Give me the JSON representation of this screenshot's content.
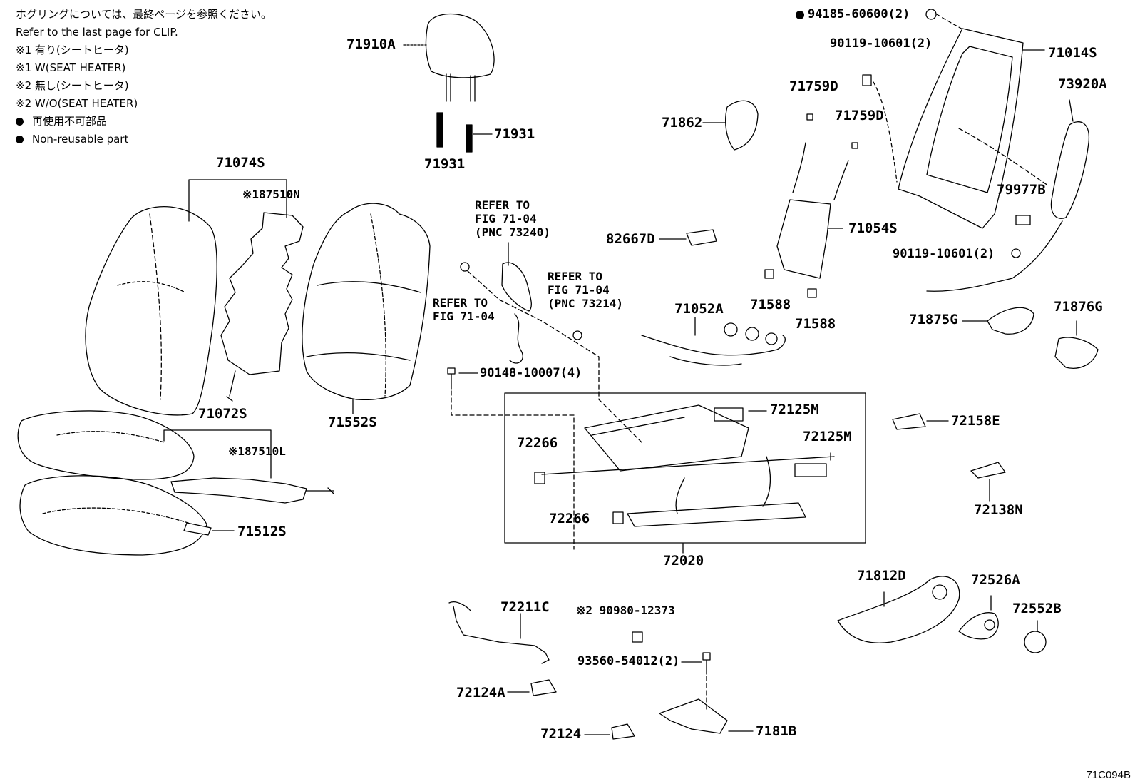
{
  "legend": {
    "line1": "ホグリングについては、最終ページを参照ください。",
    "line2": "Refer to the last page for CLIP.",
    "line3": "※1 有り(シートヒータ)",
    "line4": "※1  W(SEAT HEATER)",
    "line5": "※2 無し(シートヒータ)",
    "line6": "※2  W/O(SEAT HEATER)",
    "line7": "再使用不可部品",
    "line8": "Non-reusable part"
  },
  "refs": {
    "r1": "REFER TO\nFIG 71-04\n(PNC 73240)",
    "r2": "REFER TO\nFIG 71-04\n(PNC 73214)",
    "r3": "REFER TO\nFIG 71-04"
  },
  "parts": {
    "p71910A": "71910A",
    "p71931a": "71931",
    "p71931b": "71931",
    "p71074S": "71074S",
    "p87510N": "※187510N",
    "p71072S": "71072S",
    "p87510L": "※187510L",
    "p71512S": "71512S",
    "p71552S": "71552S",
    "p90148": "90148-10007(4)",
    "p71862": "71862",
    "p82667D": "82667D",
    "p71052A": "71052A",
    "p71759D1": "71759D",
    "p71759D2": "71759D",
    "p71054S": "71054S",
    "p71588a": "71588",
    "p71588b": "71588",
    "p94185": "94185-60600(2)",
    "p90119a": "90119-10601(2)",
    "p71014S": "71014S",
    "p73920A": "73920A",
    "p79977B": "79977B",
    "p90119b": "90119-10601(2)",
    "p71875G": "71875G",
    "p71876G": "71876G",
    "p72125M1": "72125M",
    "p72125M2": "72125M",
    "p72266a": "72266",
    "p72266b": "72266",
    "p72020": "72020",
    "p72158E": "72158E",
    "p72138N": "72138N",
    "p72211C": "72211C",
    "p90980": "※2 90980-12373",
    "p93560": "93560-54012(2)",
    "p72124A": "72124A",
    "p72124": "72124",
    "p7181B": "7181B",
    "p71812D": "71812D",
    "p72526A": "72526A",
    "p72552B": "72552B"
  },
  "figure_code": "71C094B"
}
